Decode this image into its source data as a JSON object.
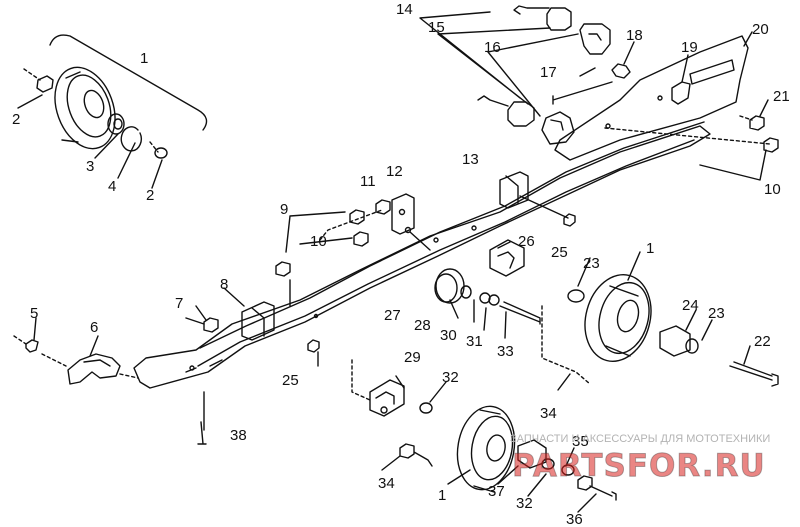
{
  "diagram": {
    "callouts": [
      {
        "id": "c1-top",
        "text": "1"
      },
      {
        "id": "c2-left",
        "text": "2"
      },
      {
        "id": "c3",
        "text": "3"
      },
      {
        "id": "c4",
        "text": "4"
      },
      {
        "id": "c2-right",
        "text": "2"
      },
      {
        "id": "c14",
        "text": "14"
      },
      {
        "id": "c15",
        "text": "15"
      },
      {
        "id": "c16",
        "text": "16"
      },
      {
        "id": "c17",
        "text": "17"
      },
      {
        "id": "c18",
        "text": "18"
      },
      {
        "id": "c19",
        "text": "19"
      },
      {
        "id": "c20",
        "text": "20"
      },
      {
        "id": "c21",
        "text": "21"
      },
      {
        "id": "c10-right",
        "text": "10"
      },
      {
        "id": "c13",
        "text": "13"
      },
      {
        "id": "c11",
        "text": "11"
      },
      {
        "id": "c12",
        "text": "12"
      },
      {
        "id": "c9",
        "text": "9"
      },
      {
        "id": "c10-mid",
        "text": "10"
      },
      {
        "id": "c26",
        "text": "26"
      },
      {
        "id": "c25-top",
        "text": "25"
      },
      {
        "id": "c23-top",
        "text": "23"
      },
      {
        "id": "c1-mid",
        "text": "1"
      },
      {
        "id": "c8",
        "text": "8"
      },
      {
        "id": "c7",
        "text": "7"
      },
      {
        "id": "c5",
        "text": "5"
      },
      {
        "id": "c6",
        "text": "6"
      },
      {
        "id": "c27",
        "text": "27"
      },
      {
        "id": "c28",
        "text": "28"
      },
      {
        "id": "c30",
        "text": "30"
      },
      {
        "id": "c31",
        "text": "31"
      },
      {
        "id": "c33",
        "text": "33"
      },
      {
        "id": "c24",
        "text": "24"
      },
      {
        "id": "c23-right",
        "text": "23"
      },
      {
        "id": "c22",
        "text": "22"
      },
      {
        "id": "c25-bottom",
        "text": "25"
      },
      {
        "id": "c29",
        "text": "29"
      },
      {
        "id": "c32-top",
        "text": "32"
      },
      {
        "id": "c34-right",
        "text": "34"
      },
      {
        "id": "c38",
        "text": "38"
      },
      {
        "id": "c35",
        "text": "35"
      },
      {
        "id": "c34-left",
        "text": "34"
      },
      {
        "id": "c1-bottom",
        "text": "1"
      },
      {
        "id": "c37",
        "text": "37"
      },
      {
        "id": "c32-bottom",
        "text": "32"
      },
      {
        "id": "c36",
        "text": "36"
      }
    ]
  },
  "watermark": {
    "tagline": "ЗАПЧАСТИ И АКСЕССУАРЫ ДЛЯ МОТОТЕХНИКИ",
    "logo": "PARTSFOR.RU",
    "colors": {
      "logo_red": "#d9231f",
      "logo_dark": "#2a2a2a",
      "tagline": "#b3b3b3"
    }
  },
  "colors": {
    "line": "#111111",
    "background": "#ffffff"
  }
}
